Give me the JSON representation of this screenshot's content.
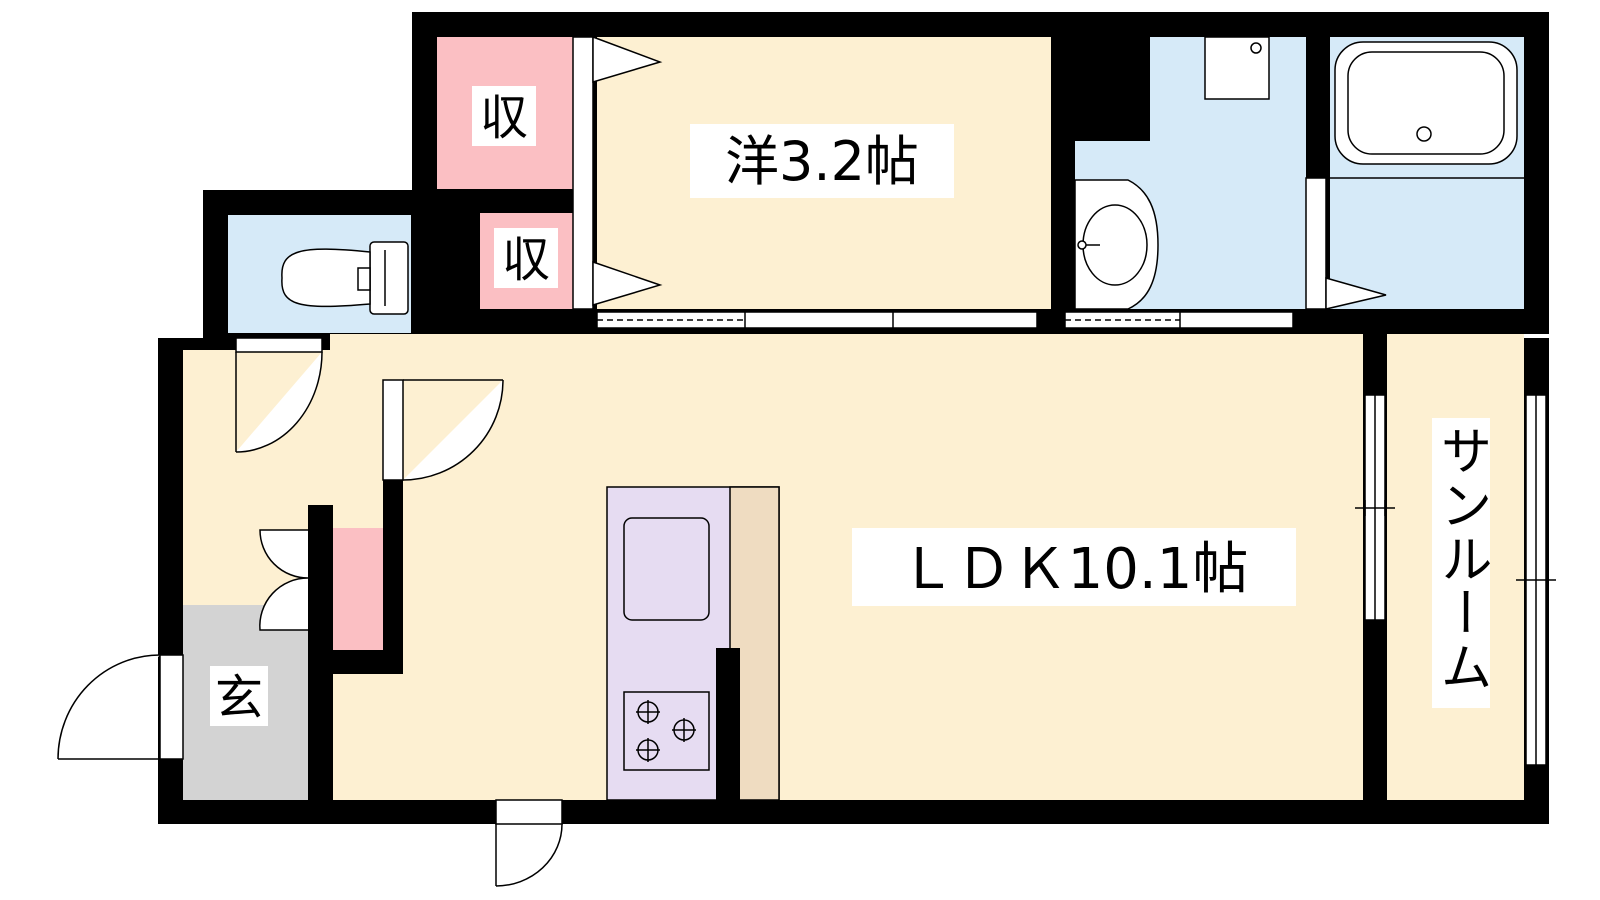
{
  "floor_plan": {
    "rooms": {
      "western_room": "洋3.2帖",
      "ldk": "ＬＤＫ10.1帖",
      "sunroom": "サンルーム",
      "entrance": "玄",
      "storage_upper": "収",
      "storage_lower": "収"
    },
    "colors": {
      "wall": "#000000",
      "floor": "#fdf0d2",
      "wet_area": "#d6eaf8",
      "storage": "#fbbfc3",
      "entrance": "#d3d3d3",
      "kitchen": "#e6dcf2",
      "counter": "#efdcc1"
    }
  }
}
